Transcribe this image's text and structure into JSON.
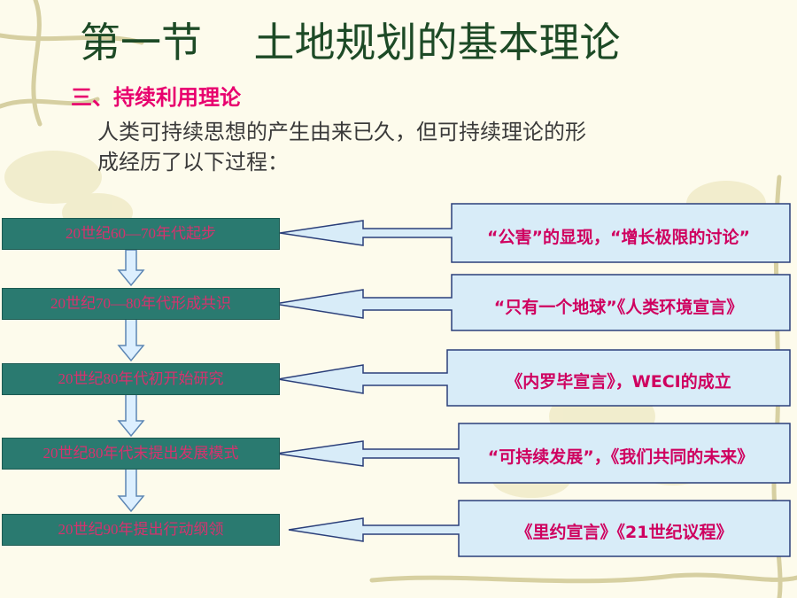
{
  "title": "第一节    土地规划的基本理论",
  "subtitle": "三、持续利用理论",
  "intro_lines": [
    "人类可持续思想的产生由来已久，但可持续理论的形",
    "成经历了以下过程："
  ],
  "stages": [
    "20世纪60—70年代起步",
    "20世纪70—80年代形成共识",
    "20世纪80年代初开始研究",
    "20世纪80年代末提出发展模式",
    "20世纪90年提出行动纲领"
  ],
  "events": [
    "“公害”的显现，“增长极限的讨论”",
    "“只有一个地球”《人类环境宣言》",
    "《内罗毕宣言》，WECI的成立",
    "“可持续发展”，《我们共同的未来》",
    "《里约宣言》《21世纪议程》"
  ],
  "colors": {
    "title": "#1d4a26",
    "subtitle": "#e8006e",
    "stage_box": "#2a7a70",
    "stage_text": "#d6326e",
    "callout_fill": "#d8ecf8",
    "callout_stroke": "#2b3f7a",
    "event_text": "#cf005f"
  }
}
